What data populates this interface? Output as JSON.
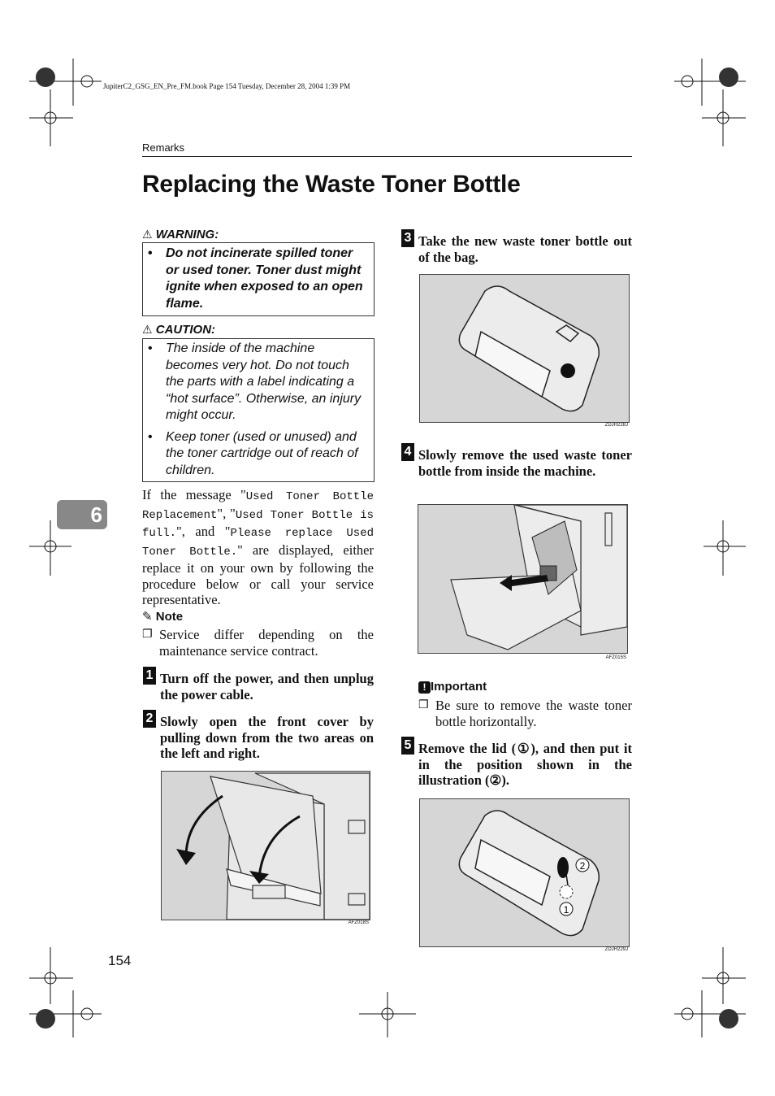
{
  "meta_line": "JupiterC2_GSG_EN_Pre_FM.book  Page 154  Tuesday, December 28, 2004  1:39 PM",
  "section_header": "Remarks",
  "title": "Replacing the Waste Toner Bottle",
  "chapter_tab": "6",
  "page_number": "154",
  "warning": {
    "label": "WARNING:",
    "items": [
      "Do not incinerate spilled toner or used toner. Toner dust might ignite when exposed to an open flame."
    ]
  },
  "caution": {
    "label": "CAUTION:",
    "items": [
      "The inside of the machine becomes very hot. Do not touch the parts with a label indicating a “hot surface”. Otherwise, an injury might occur.",
      "Keep toner (used or unused) and the toner cartridge out of reach of children."
    ]
  },
  "intro": {
    "p1": "If the message \"",
    "m1": "Used Toner Bottle Replacement",
    "p2": "\", \"",
    "m2": "Used Toner Bottle is full.",
    "p3": "\", and \"",
    "m3": "Please replace Used Toner Bottle.",
    "p4": "\" are displayed, either replace it on your own by following the procedure below or call your service representative."
  },
  "note": {
    "label": "Note",
    "item": "Service differ depending on the maintenance service contract."
  },
  "important": {
    "label": "Important",
    "item": "Be sure to remove the waste toner bottle horizontally."
  },
  "steps": [
    {
      "num": "1",
      "text": "Turn off the power, and then unplug the power cable."
    },
    {
      "num": "2",
      "text": "Slowly open the front cover by pulling down from the two areas on the left and right."
    },
    {
      "num": "3",
      "text": "Take the new waste toner bottle out of the bag."
    },
    {
      "num": "4",
      "text": "Slowly remove the used waste toner bottle from inside the machine."
    },
    {
      "num": "5",
      "text": "Remove the lid (①), and then put it in the position shown in the illustration (②)."
    }
  ],
  "figures": {
    "fig_cover": {
      "code": "AFZ018S"
    },
    "fig_new_bottle": {
      "code": "ZDJH228J"
    },
    "fig_remove": {
      "code": "AFZ015S"
    },
    "fig_lid": {
      "code": "ZDJH229J",
      "label_1": "1",
      "label_2": "2"
    }
  },
  "icons": {
    "warning": "warning-triangle-icon",
    "note": "pencil-note-icon",
    "important": "important-icon",
    "checkbox": "checkbox-icon",
    "registration": "crop-registration-mark-icon"
  }
}
